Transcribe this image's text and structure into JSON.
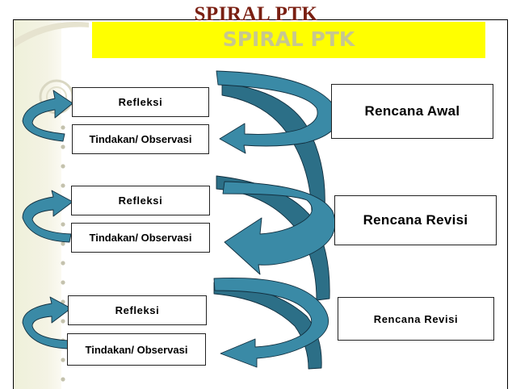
{
  "title": "SPIRAL PTK",
  "title_band": "SPIRAL PTK",
  "colors": {
    "arrow_fill": "#3a8aa6",
    "arrow_dark": "#2c6f87",
    "arrow_edge": "#123040",
    "band": "#ffff00",
    "title_text": "#7a1f12"
  },
  "cycles": [
    {
      "refleksi": "Refleksi",
      "tindakan": "Tindakan/ Observasi",
      "rencana": "Rencana Awal"
    },
    {
      "refleksi": "Refleksi",
      "tindakan": "Tindakan/ Observasi",
      "rencana": "Rencana Revisi"
    },
    {
      "refleksi": "Refleksi",
      "tindakan": "Tindakan/ Observasi",
      "rencana": "Rencana Revisi"
    }
  ]
}
